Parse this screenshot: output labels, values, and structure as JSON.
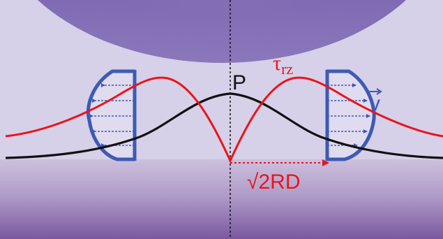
{
  "labels": {
    "pressure": "P",
    "shear_stress_symbol": "τ",
    "shear_stress_subscript": "rz",
    "velocity": "v",
    "radius_prefix": "√",
    "radius_text": "2RD"
  },
  "colors": {
    "sphere_light": "#a696c9",
    "sphere_dark": "#6a56a8",
    "gap_fill": "#d3cde6",
    "plate_light": "#c3b6d8",
    "plate_dark": "#7a5aa2",
    "pressure_curve": "#111111",
    "shear_curve": "#e8151b",
    "velocity_profile": "#3d5bb5",
    "radius_arrow": "#e8151b",
    "axis_line": "#111111"
  },
  "icons": {
    "velocity_vector": "right-arrow-icon",
    "flow_arrows": "left-arrow-icon"
  }
}
